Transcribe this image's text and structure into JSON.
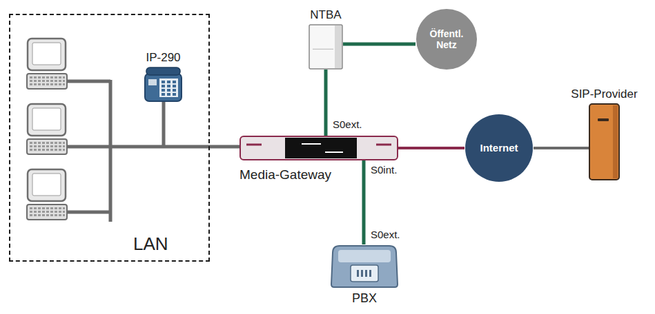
{
  "diagram": {
    "nodes": [
      {
        "text": [
          "LAN"
        ]
      },
      {
        "text": [
          "IP-290"
        ],
        "in": 0
      },
      {
        "text": [
          "NTBA"
        ]
      },
      {
        "text": [
          "Öffentl. Netz"
        ]
      },
      {
        "text": [
          "Media-Gateway"
        ]
      },
      {
        "text": [
          "Internet"
        ]
      },
      {
        "text": [
          "SIP-Provider"
        ]
      },
      {
        "text": [
          "PBX"
        ]
      }
    ],
    "edges": [
      {
        "from": 0,
        "to": 4,
        "arrow": "none"
      },
      {
        "from": 2,
        "to": 3,
        "arrow": "none"
      },
      {
        "from": 2,
        "to": 4,
        "label": "S0ext.",
        "arrow": "none"
      },
      {
        "from": 4,
        "to": 5,
        "arrow": "none"
      },
      {
        "from": 5,
        "to": 6,
        "arrow": "none"
      },
      {
        "from": 4,
        "to": 7,
        "label": "S0int.",
        "arrow": "none"
      }
    ],
    "labels": [
      "S0ext."
    ]
  }
}
